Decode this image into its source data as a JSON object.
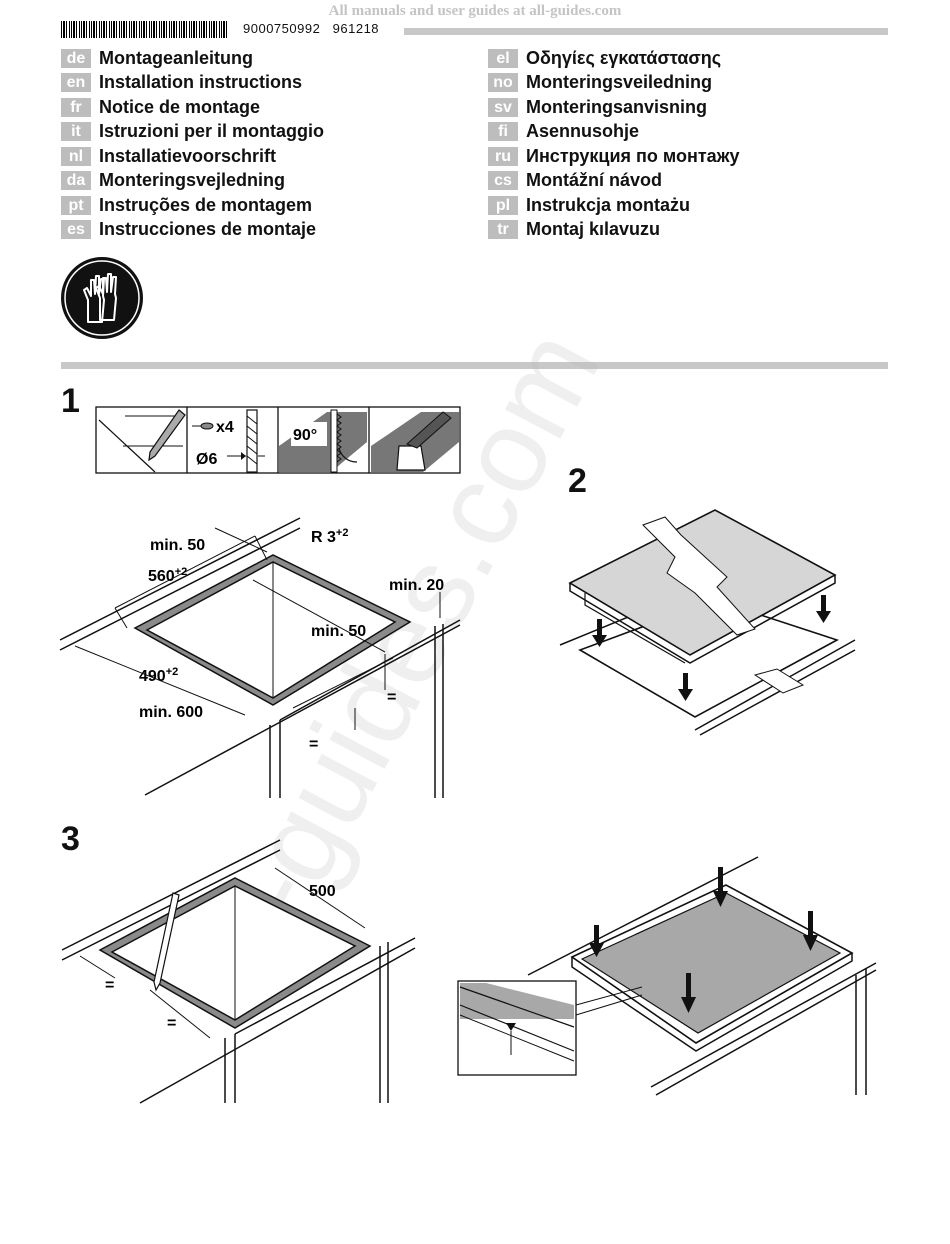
{
  "banner": "All manuals and user guides at all-guides.com",
  "header": {
    "code1": "9000750992",
    "code2": "961218"
  },
  "languages_left": [
    {
      "code": "de",
      "label": "Montageanleitung"
    },
    {
      "code": "en",
      "label": "Installation instructions"
    },
    {
      "code": "fr",
      "label": "Notice de montage"
    },
    {
      "code": "it",
      "label": "Istruzioni per il montaggio"
    },
    {
      "code": "nl",
      "label": "Installatievoorschrift"
    },
    {
      "code": "da",
      "label": "Monteringsvejledning"
    },
    {
      "code": "pt",
      "label": "Instruções de montagem"
    },
    {
      "code": "es",
      "label": "Instrucciones de montaje"
    }
  ],
  "languages_right": [
    {
      "code": "el",
      "label": "Οδηγίες εγκατάστασης"
    },
    {
      "code": "no",
      "label": "Monteringsveiledning"
    },
    {
      "code": "sv",
      "label": "Monteringsanvisning"
    },
    {
      "code": "fi",
      "label": "Asennusohje"
    },
    {
      "code": "ru",
      "label": "Инструкция по монтажу"
    },
    {
      "code": "cs",
      "label": "Montážní návod"
    },
    {
      "code": "pl",
      "label": "Instrukcja montażu"
    },
    {
      "code": "tr",
      "label": "Montaj kılavuzu"
    }
  ],
  "watermark": "all-guides.com",
  "step1": {
    "number": "1",
    "tools": {
      "screws": "x4",
      "drill": "Ø6",
      "angle": "90°"
    },
    "dims": {
      "min50_top": "min. 50",
      "radius": "R 3",
      "radius_sup": "+2",
      "width": "560",
      "width_sup": "+2",
      "min20": "min. 20",
      "min50_side": "min. 50",
      "depth": "490",
      "depth_sup": "+2",
      "min600": "min. 600",
      "equal": "="
    }
  },
  "step2": {
    "number": "2"
  },
  "step3": {
    "number": "3",
    "dims": {
      "width": "500",
      "equal": "="
    }
  }
}
